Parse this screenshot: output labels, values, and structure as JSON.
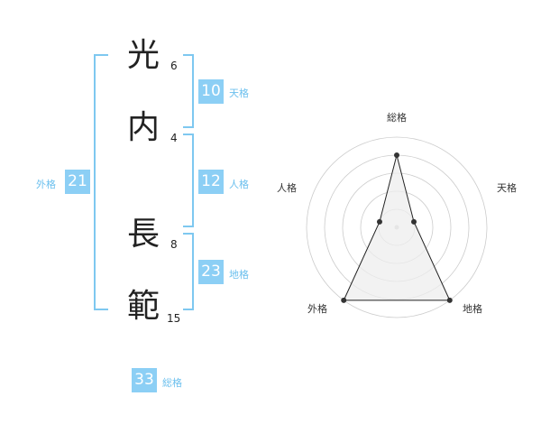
{
  "name": {
    "chars": [
      {
        "char": "光",
        "strokes": "6"
      },
      {
        "char": "内",
        "strokes": "4"
      },
      {
        "char": "長",
        "strokes": "8"
      },
      {
        "char": "範",
        "strokes": "15"
      }
    ]
  },
  "kakusu": {
    "tenkaku": {
      "value": "10",
      "label": "天格"
    },
    "jinkaku": {
      "value": "12",
      "label": "人格"
    },
    "chikaku": {
      "value": "23",
      "label": "地格"
    },
    "gaikaku": {
      "value": "21",
      "label": "外格"
    },
    "soukaku": {
      "value": "33",
      "label": "総格"
    }
  },
  "chart_data": {
    "type": "radar",
    "axes": [
      "総格",
      "天格",
      "地格",
      "外格",
      "人格"
    ],
    "values": [
      0.8,
      0.2,
      1.0,
      1.0,
      0.2
    ],
    "rings": 5,
    "colors": {
      "fill": "#eeeeee",
      "line": "#222222",
      "grid": "#cccccc",
      "accent": "#8ccff5"
    }
  }
}
